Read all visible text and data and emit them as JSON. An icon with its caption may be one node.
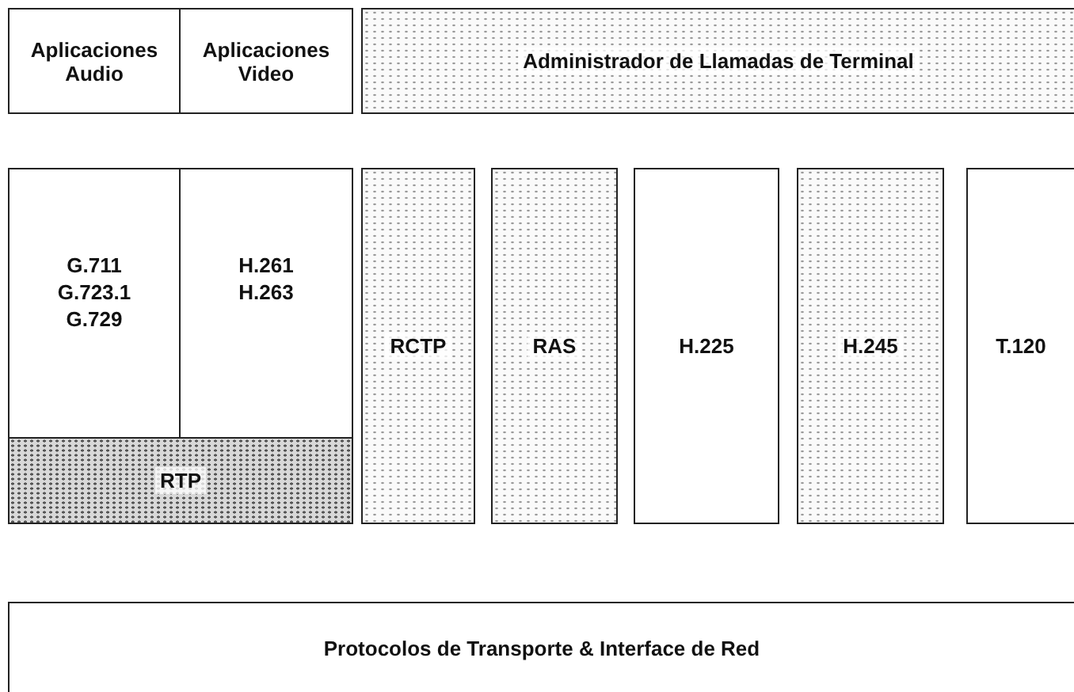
{
  "diagram": {
    "nodes": [
      {
        "text": [
          "Aplicaciones Audio"
        ]
      },
      {
        "text": [
          "Aplicaciones Video"
        ]
      },
      {
        "text": [
          "Administrador de Llamadas de Terminal"
        ]
      },
      {
        "text": [
          "G.711",
          "G.723.1",
          "G.729"
        ]
      },
      {
        "text": [
          "H.261",
          "H.263"
        ]
      },
      {
        "text": [
          "RTP"
        ]
      },
      {
        "text": [
          "RCTP"
        ]
      },
      {
        "text": [
          "RAS"
        ]
      },
      {
        "text": [
          "H.225"
        ]
      },
      {
        "text": [
          "H.245"
        ]
      },
      {
        "text": [
          "T.120"
        ]
      },
      {
        "text": [
          "Protocolos de Transporte & Interface de Red"
        ]
      }
    ]
  }
}
